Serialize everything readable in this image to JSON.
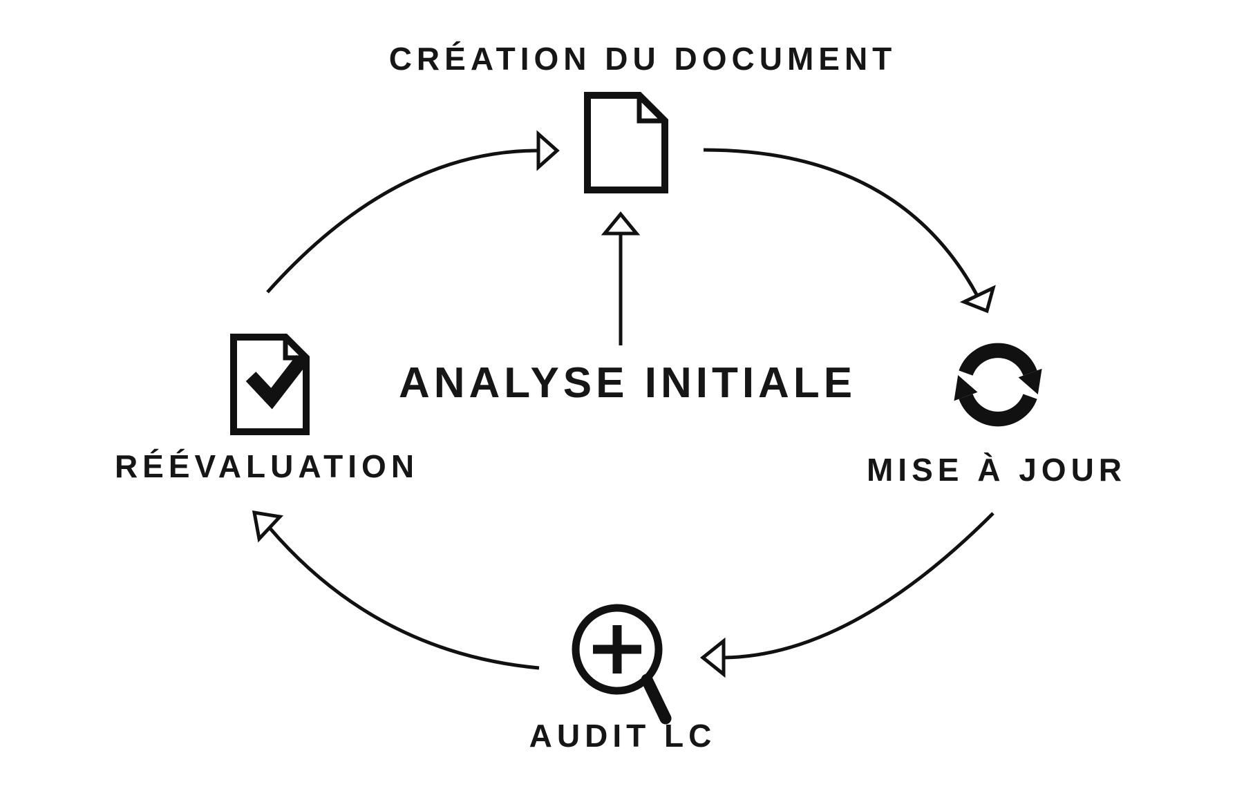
{
  "diagram": {
    "title": "Document lifecycle diagram",
    "center_label": "ANALYSE INITIALE",
    "nodes": [
      {
        "id": "creation",
        "label": "CRÉATION DU DOCUMENT",
        "icon": "document-icon",
        "position": "top"
      },
      {
        "id": "mise-a-jour",
        "label": "MISE À JOUR",
        "icon": "refresh-icon",
        "position": "right"
      },
      {
        "id": "audit-lc",
        "label": "AUDIT LC",
        "icon": "zoom-in-icon",
        "position": "bottom"
      },
      {
        "id": "reevaluation",
        "label": "RÉÉVALUATION",
        "icon": "document-check-icon",
        "position": "left"
      }
    ],
    "flow": [
      "reevaluation -> creation",
      "creation -> mise-a-jour",
      "mise-a-jour -> audit-lc",
      "audit-lc -> reevaluation",
      "analyse-initiale -> creation"
    ],
    "colors": {
      "ink": "#111111",
      "background": "#ffffff"
    }
  }
}
